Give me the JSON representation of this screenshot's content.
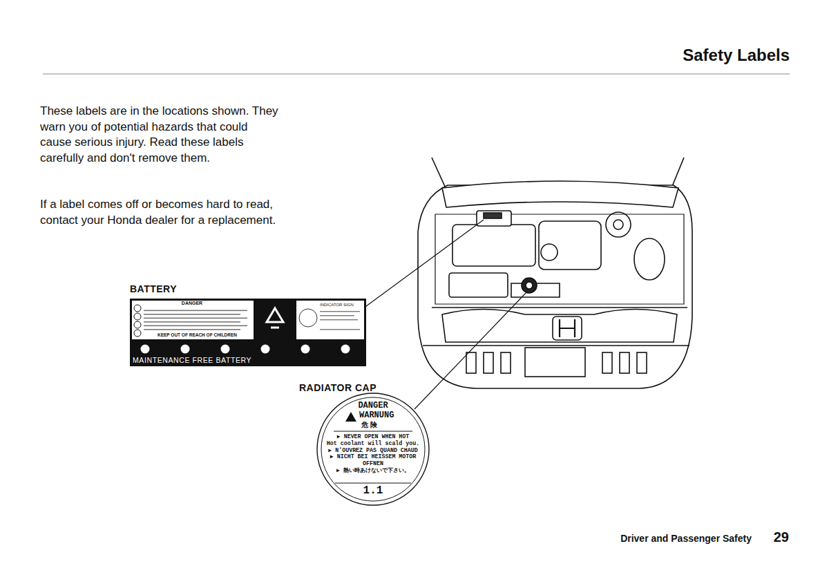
{
  "diagram": {
    "title": "Safety Labels",
    "nodes": [
      {
        "text": [
          "BATTERY",
          "DANGER",
          "KEEP OUT OF REACH OF CHILDREN",
          "INDICATOR SIGN",
          "MAINTENANCE FREE BATTERY"
        ]
      },
      {
        "text": [
          "RADIATOR CAP",
          "DANGER",
          "WARNUNG",
          "危 険",
          "▶ NEVER OPEN WHEN HOT",
          "Hot coolant will scald you.",
          "▶ N'OUVREZ PAS QUAND CHAUD",
          "▶ NICHT BEI HEISSEM MOTOR OFFNEN",
          "▶ 熱い時あけないで下さい。",
          "1.1"
        ]
      }
    ],
    "labels": [
      "These labels are in the locations shown. They warn you of potential hazards that could cause serious injury. Read these labels carefully and don't remove them.",
      "If a label comes off or becomes hard to read, contact your Honda dealer for a replacement.",
      "Driver and Passenger Safety",
      "29"
    ]
  }
}
